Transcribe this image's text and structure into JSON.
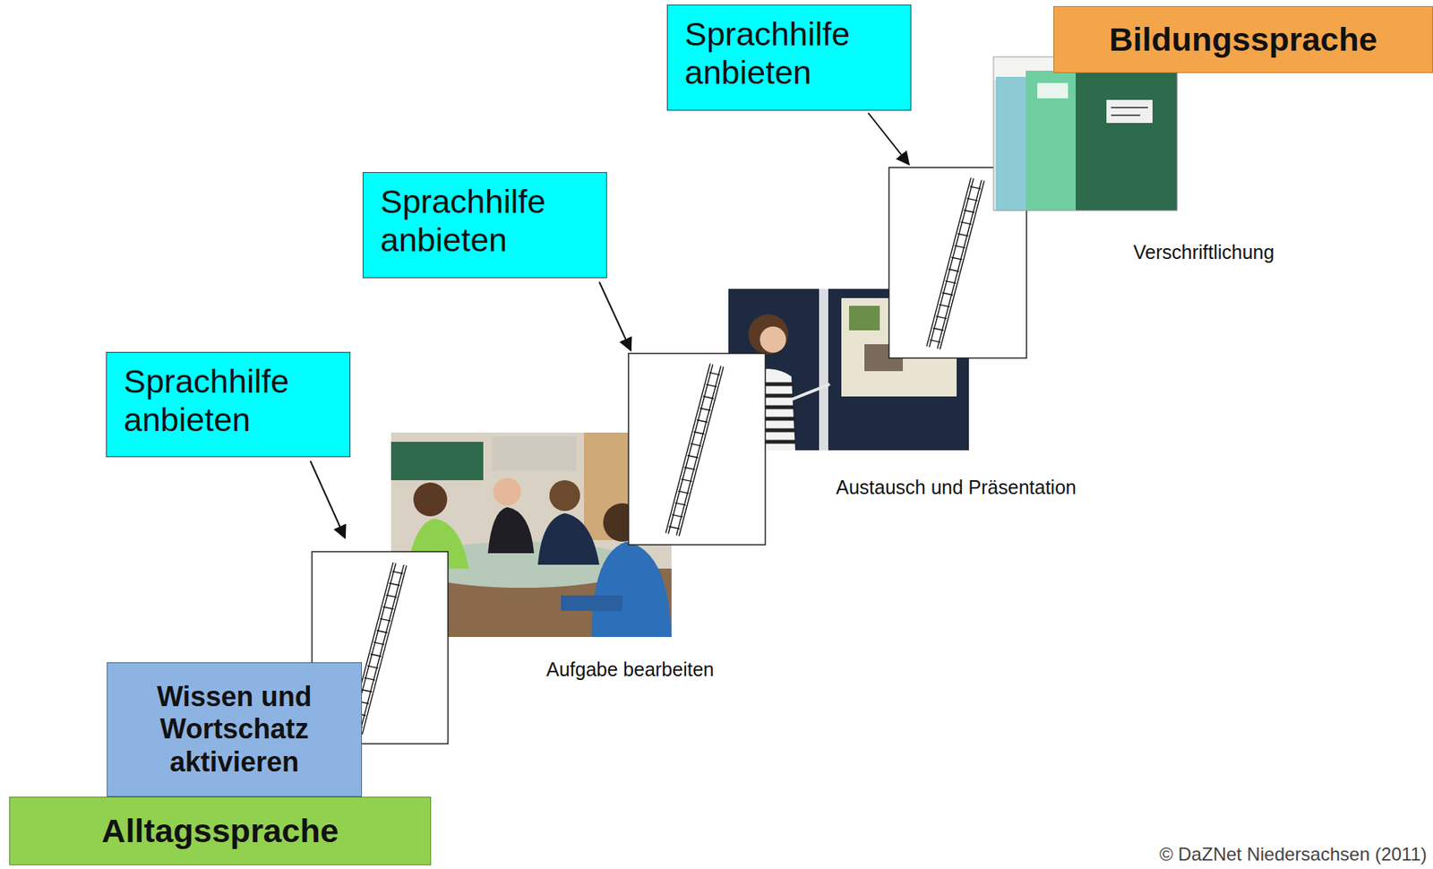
{
  "diagram": {
    "nodes": [
      {
        "text": [
          "Alltagssprache"
        ]
      },
      {
        "text": [
          "Wissen und Wortschatz aktivieren"
        ]
      },
      {
        "text": [
          "Sprachhilfe anbieten"
        ]
      },
      {
        "text": [
          "Sprachhilfe anbieten"
        ]
      },
      {
        "text": [
          "Sprachhilfe anbieten"
        ]
      },
      {
        "text": [
          "Bildungssprache"
        ]
      }
    ],
    "labels": [
      "Aufgabe bearbeiten",
      "Austausch und Präsentation",
      "Verschriftlichung",
      "© DaZNet Niedersachsen (2011)"
    ]
  }
}
